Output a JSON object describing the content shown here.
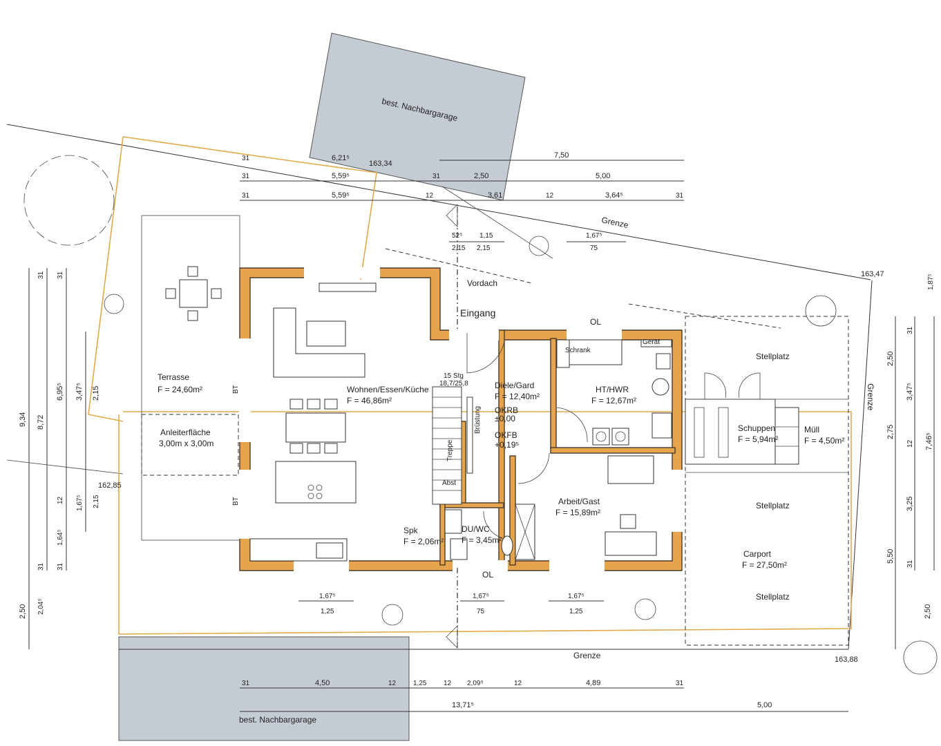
{
  "rooms": {
    "wohnen": {
      "name": "Wohnen/Essen/Küche",
      "area": "F = 46,86m²"
    },
    "diele": {
      "name": "Diele/Gard",
      "area": "F = 12,40m²"
    },
    "ht": {
      "name": "HT/HWR",
      "area": "F = 12,67m²"
    },
    "arbeit": {
      "name": "Arbeit/Gast",
      "area": "F = 15,89m²"
    },
    "spk": {
      "name": "Spk",
      "area": "F = 2,06m²"
    },
    "du": {
      "name": "DU/WC",
      "area": "F = 3,45m²"
    },
    "schuppen": {
      "name": "Schuppen",
      "area": "F = 5,94m²"
    },
    "muell": {
      "name": "Müll",
      "area": "F = 4,50m²"
    },
    "carport": {
      "name": "Carport",
      "area": "F = 27,50m²"
    },
    "terrasse": {
      "name": "Terrasse",
      "area": "F = 24,60m²"
    },
    "anleiter": {
      "name": "Anleiterfläche",
      "area": "3,00m x 3,00m"
    }
  },
  "labels": {
    "nachbar_top": "best. Nachbargarage",
    "nachbar_bottom": "best. Nachbargarage",
    "vordach": "Vordach",
    "eingang": "Eingang",
    "stellplatz1": "Stellplatz",
    "stellplatz2": "Stellplatz",
    "stellplatz3": "Stellplatz",
    "grenze_top": "Grenze",
    "grenze_right": "Grenze",
    "grenze_bottom": "Grenze",
    "ol1": "OL",
    "ol2": "OL",
    "bt1": "BT",
    "bt2": "BT",
    "brustung": "Brüstung",
    "treppe": "Treppe",
    "abst": "Abst",
    "stg": "15 Stg",
    "stg2": "18,7/25,8",
    "okrb": "OKRB",
    "okrb_val": "±0,00",
    "okfb": "OKFB",
    "okfb_val": "+0,19⁵",
    "geraet": "Gerät",
    "sonstiges": "Schrank"
  },
  "elevations": {
    "e1": "163,34",
    "e2": "163,47",
    "e3": "162,85",
    "e4": "163,88"
  },
  "dims_top": {
    "d1": "6,21⁵",
    "d2": "7,50",
    "d3": "5,59⁵",
    "d4": "2,50",
    "d5": "5,00",
    "d6": "5,59⁵",
    "d7": "3,61",
    "d8": "3,64⁵",
    "d9": "31",
    "d10": "31",
    "d11": "31",
    "d12": "12",
    "d13": "12",
    "d14": "31",
    "d15": "31",
    "d16": "52⁵",
    "d17": "1,15",
    "d18": "2,15",
    "d19": "2,15",
    "d20": "1,67⁵",
    "d21": "75",
    "d22": "1,87⁵"
  },
  "dims_bottom": {
    "d1": "1,67⁵",
    "d2": "1,25",
    "d3": "1,67⁵",
    "d4": "75",
    "d5": "1,67⁵",
    "d6": "1,25",
    "d7": "31",
    "d8": "4,50",
    "d9": "12",
    "d10": "1,25",
    "d11": "12",
    "d12": "2,09⁵",
    "d13": "12",
    "d14": "4,89",
    "d15": "31",
    "d16": "13,71⁵",
    "d17": "5,00"
  },
  "dims_left": {
    "d1": "9,34",
    "d2": "8,72",
    "d3": "6,95⁵",
    "d4": "3,47⁵",
    "d5": "2,15",
    "d6": "31",
    "d7": "31",
    "d8": "12",
    "d9": "1,67⁵",
    "d10": "2,15",
    "d11": "1,64⁵",
    "d12": "31",
    "d13": "31",
    "d14": "2,50",
    "d15": "2,04⁵"
  },
  "dims_right": {
    "d1": "2,50",
    "d2": "31",
    "d3": "3,47⁵",
    "d4": "7,46⁵",
    "d5": "2,75",
    "d6": "12",
    "d7": "3,25",
    "d8": "5,50",
    "d9": "31",
    "d10": "2,50"
  }
}
